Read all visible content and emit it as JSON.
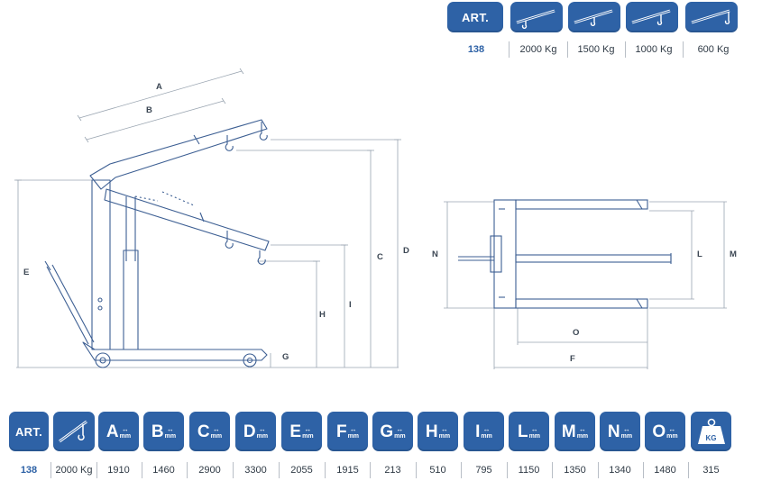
{
  "colors": {
    "accent": "#2e62a6",
    "line": "#3d5f93",
    "dim": "#9aa5b1",
    "text": "#2f3a45"
  },
  "top_table": {
    "header_label": "ART.",
    "icons": [
      "boom-position-1-icon",
      "boom-position-2-icon",
      "boom-position-3-icon",
      "boom-position-4-icon"
    ],
    "values": [
      "138",
      "2000 Kg",
      "1500 Kg",
      "1000 Kg",
      "600 Kg"
    ]
  },
  "diagram": {
    "labels": {
      "A": "A",
      "B": "B",
      "C": "C",
      "D": "D",
      "E": "E",
      "G": "G",
      "H": "H",
      "I": "I",
      "F": "F",
      "L": "L",
      "M": "M",
      "N": "N",
      "O": "O"
    }
  },
  "bottom_table": {
    "header_label": "ART.",
    "unit": "mm",
    "weight_unit": "KG",
    "letters": [
      "A",
      "B",
      "C",
      "D",
      "E",
      "F",
      "G",
      "H",
      "I",
      "L",
      "M",
      "N",
      "O"
    ],
    "values": [
      "138",
      "2000 Kg",
      "1910",
      "1460",
      "2900",
      "3300",
      "2055",
      "1915",
      "213",
      "510",
      "795",
      "1150",
      "1350",
      "1340",
      "1480",
      "315"
    ]
  }
}
